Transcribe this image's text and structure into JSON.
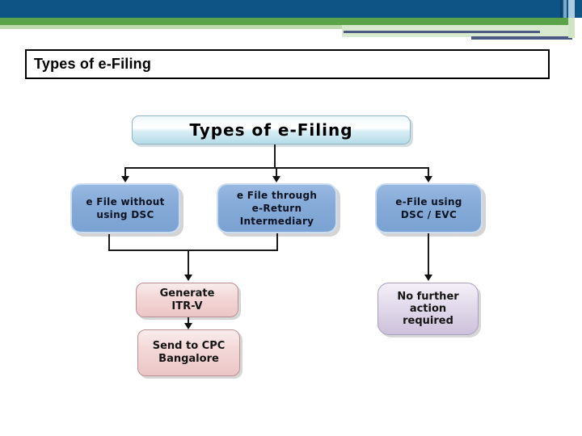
{
  "slide_title": {
    "text": "Types of e-Filing"
  },
  "flowchart": {
    "root": {
      "label": "Types of e-Filing"
    },
    "branches": [
      {
        "lines": [
          "e File without",
          "using DSC"
        ]
      },
      {
        "lines": [
          "e File through",
          "e-Return",
          "Intermediary"
        ]
      },
      {
        "lines": [
          "e-File using",
          "DSC / EVC"
        ]
      }
    ],
    "outcomes": {
      "generate_itrv": {
        "lines": [
          "Generate",
          "ITR-V"
        ]
      },
      "send_cpc": {
        "lines": [
          "Send to CPC",
          "Bangalore"
        ]
      },
      "no_action": {
        "lines": [
          "No further",
          "action",
          "required"
        ]
      }
    }
  },
  "colors": {
    "header_blue": "#0e5484",
    "header_green": "#5aa348",
    "header_light_green": "#bcdaae",
    "accent_slate": "#4d5a84",
    "root_node_fill": "#cfe9f1",
    "branch_node_fill": "#85aad7",
    "outcome_pink_fill": "#eec9c9",
    "outcome_lavender_fill": "#d6cce2",
    "connector": "#1a1a1a"
  }
}
